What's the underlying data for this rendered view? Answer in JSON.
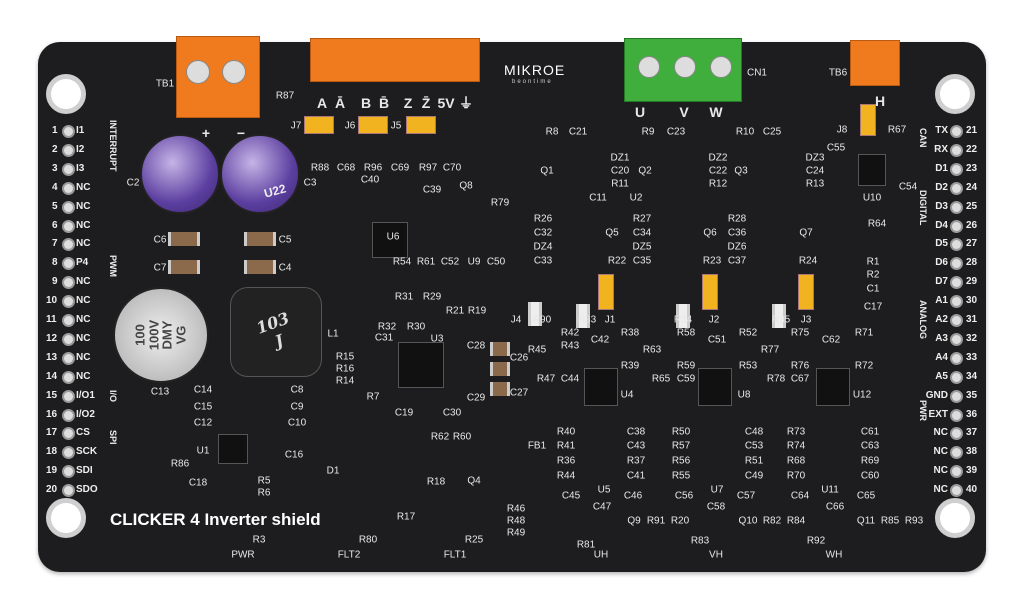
{
  "board": {
    "title": "CLICKER 4 Inverter shield",
    "brand": "MIKROE",
    "brand_tagline": "beontime",
    "inductor_marking": [
      "103",
      "J"
    ],
    "cap_c13_marking": [
      "100",
      "100V",
      "DMY",
      "VG"
    ],
    "cap_c2_marking": "U22",
    "left_pins": [
      {
        "num": "1",
        "name": "I1"
      },
      {
        "num": "2",
        "name": "I2"
      },
      {
        "num": "3",
        "name": "I3"
      },
      {
        "num": "4",
        "name": "NC"
      },
      {
        "num": "5",
        "name": "NC"
      },
      {
        "num": "6",
        "name": "NC"
      },
      {
        "num": "7",
        "name": "NC"
      },
      {
        "num": "8",
        "name": "P4"
      },
      {
        "num": "9",
        "name": "NC"
      },
      {
        "num": "10",
        "name": "NC"
      },
      {
        "num": "11",
        "name": "NC"
      },
      {
        "num": "12",
        "name": "NC"
      },
      {
        "num": "13",
        "name": "NC"
      },
      {
        "num": "14",
        "name": "NC"
      },
      {
        "num": "15",
        "name": "I/O1"
      },
      {
        "num": "16",
        "name": "I/O2"
      },
      {
        "num": "17",
        "name": "CS"
      },
      {
        "num": "18",
        "name": "SCK"
      },
      {
        "num": "19",
        "name": "SDI"
      },
      {
        "num": "20",
        "name": "SDO"
      }
    ],
    "left_groups": [
      "INTERRUPT",
      "PWM",
      "I/O",
      "SPI"
    ],
    "right_pins": [
      {
        "num": "21",
        "name": "TX"
      },
      {
        "num": "22",
        "name": "RX"
      },
      {
        "num": "23",
        "name": "D1"
      },
      {
        "num": "24",
        "name": "D2"
      },
      {
        "num": "25",
        "name": "D3"
      },
      {
        "num": "26",
        "name": "D4"
      },
      {
        "num": "27",
        "name": "D5"
      },
      {
        "num": "28",
        "name": "D6"
      },
      {
        "num": "29",
        "name": "D7"
      },
      {
        "num": "30",
        "name": "A1"
      },
      {
        "num": "31",
        "name": "A2"
      },
      {
        "num": "32",
        "name": "A3"
      },
      {
        "num": "33",
        "name": "A4"
      },
      {
        "num": "34",
        "name": "A5"
      },
      {
        "num": "35",
        "name": "GND"
      },
      {
        "num": "36",
        "name": "EXT"
      },
      {
        "num": "37",
        "name": "NC"
      },
      {
        "num": "38",
        "name": "NC"
      },
      {
        "num": "39",
        "name": "NC"
      },
      {
        "num": "40",
        "name": "NC"
      }
    ],
    "right_groups": [
      "CAN",
      "DIGITAL",
      "ANALOG",
      "PWR"
    ],
    "designators": [
      "TB1",
      "R87",
      "A",
      "Ā",
      "B",
      "B̄",
      "Z",
      "Z̄",
      "5V",
      "⏚",
      "J7",
      "J6",
      "J5",
      "R88",
      "C68",
      "R96",
      "C69",
      "R97",
      "C70",
      "C40",
      "C2",
      "C3",
      "C39",
      "Q8",
      "R79",
      "U6",
      "C6",
      "C5",
      "C7",
      "C4",
      "R54",
      "R61",
      "C52",
      "U9",
      "C50",
      "R31",
      "R29",
      "R21",
      "R19",
      "R32",
      "R30",
      "C31",
      "U3",
      "L1",
      "R15",
      "R16",
      "R14",
      "C28",
      "C26",
      "C27",
      "R7",
      "C19",
      "C30",
      "C29",
      "C13",
      "C14",
      "C15",
      "C12",
      "C8",
      "C9",
      "C10",
      "U1",
      "R86",
      "C16",
      "D1",
      "C18",
      "R5",
      "R6",
      "R62",
      "R60",
      "R18",
      "Q4",
      "R17",
      "R3",
      "R80",
      "R25",
      "PWR",
      "FLT2",
      "FLT1",
      "R8",
      "C21",
      "Q1",
      "DZ1",
      "C20",
      "R11",
      "Q2",
      "R9",
      "C23",
      "DZ2",
      "C22",
      "R12",
      "Q3",
      "R10",
      "C25",
      "DZ3",
      "C24",
      "R13",
      "C11",
      "U2",
      "C55",
      "J8",
      "R67",
      "U10",
      "C54",
      "R64",
      "R26",
      "C32",
      "DZ4",
      "C33",
      "Q5",
      "R27",
      "C34",
      "DZ5",
      "C35",
      "Q6",
      "R28",
      "C36",
      "DZ6",
      "C37",
      "Q7",
      "R22",
      "R23",
      "R24",
      "R1",
      "R2",
      "C1",
      "C17",
      "J4",
      "R90",
      "R33",
      "J1",
      "R34",
      "J2",
      "R35",
      "J3",
      "R42",
      "R43",
      "R45",
      "C42",
      "R38",
      "R39",
      "R63",
      "R58",
      "R59",
      "C51",
      "R52",
      "R53",
      "R77",
      "R75",
      "R76",
      "C62",
      "R71",
      "R72",
      "R47",
      "C44",
      "U4",
      "R65",
      "C59",
      "U8",
      "R78",
      "C67",
      "U12",
      "R40",
      "C38",
      "R41",
      "C43",
      "R36",
      "R37",
      "R44",
      "C41",
      "FB1",
      "R50",
      "C48",
      "R57",
      "C53",
      "R56",
      "R51",
      "R55",
      "C49",
      "R73",
      "C61",
      "R74",
      "C63",
      "R68",
      "R69",
      "R70",
      "C60",
      "U5",
      "U7",
      "U11",
      "C45",
      "C46",
      "C56",
      "C57",
      "C64",
      "C65",
      "C47",
      "C58",
      "C66",
      "R46",
      "R48",
      "R49",
      "Q9",
      "R91",
      "R20",
      "Q10",
      "R82",
      "R84",
      "Q11",
      "R85",
      "R93",
      "R81",
      "R83",
      "R92",
      "UH",
      "VH",
      "WH",
      "TB6",
      "CN1",
      "U",
      "V",
      "W",
      "H",
      "+",
      "−"
    ]
  }
}
